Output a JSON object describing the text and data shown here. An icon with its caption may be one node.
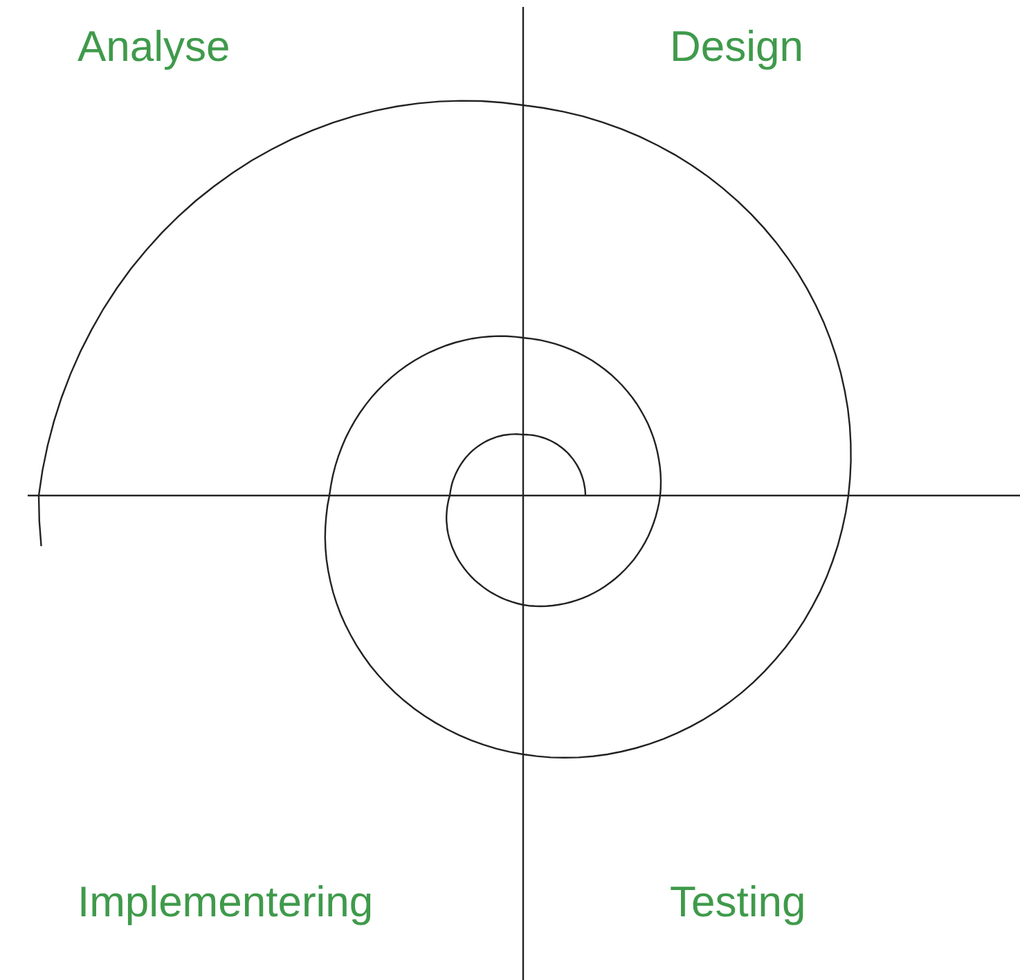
{
  "diagram": {
    "labels": [
      "Analyse",
      "Design",
      "Implementering",
      "Testing"
    ]
  }
}
